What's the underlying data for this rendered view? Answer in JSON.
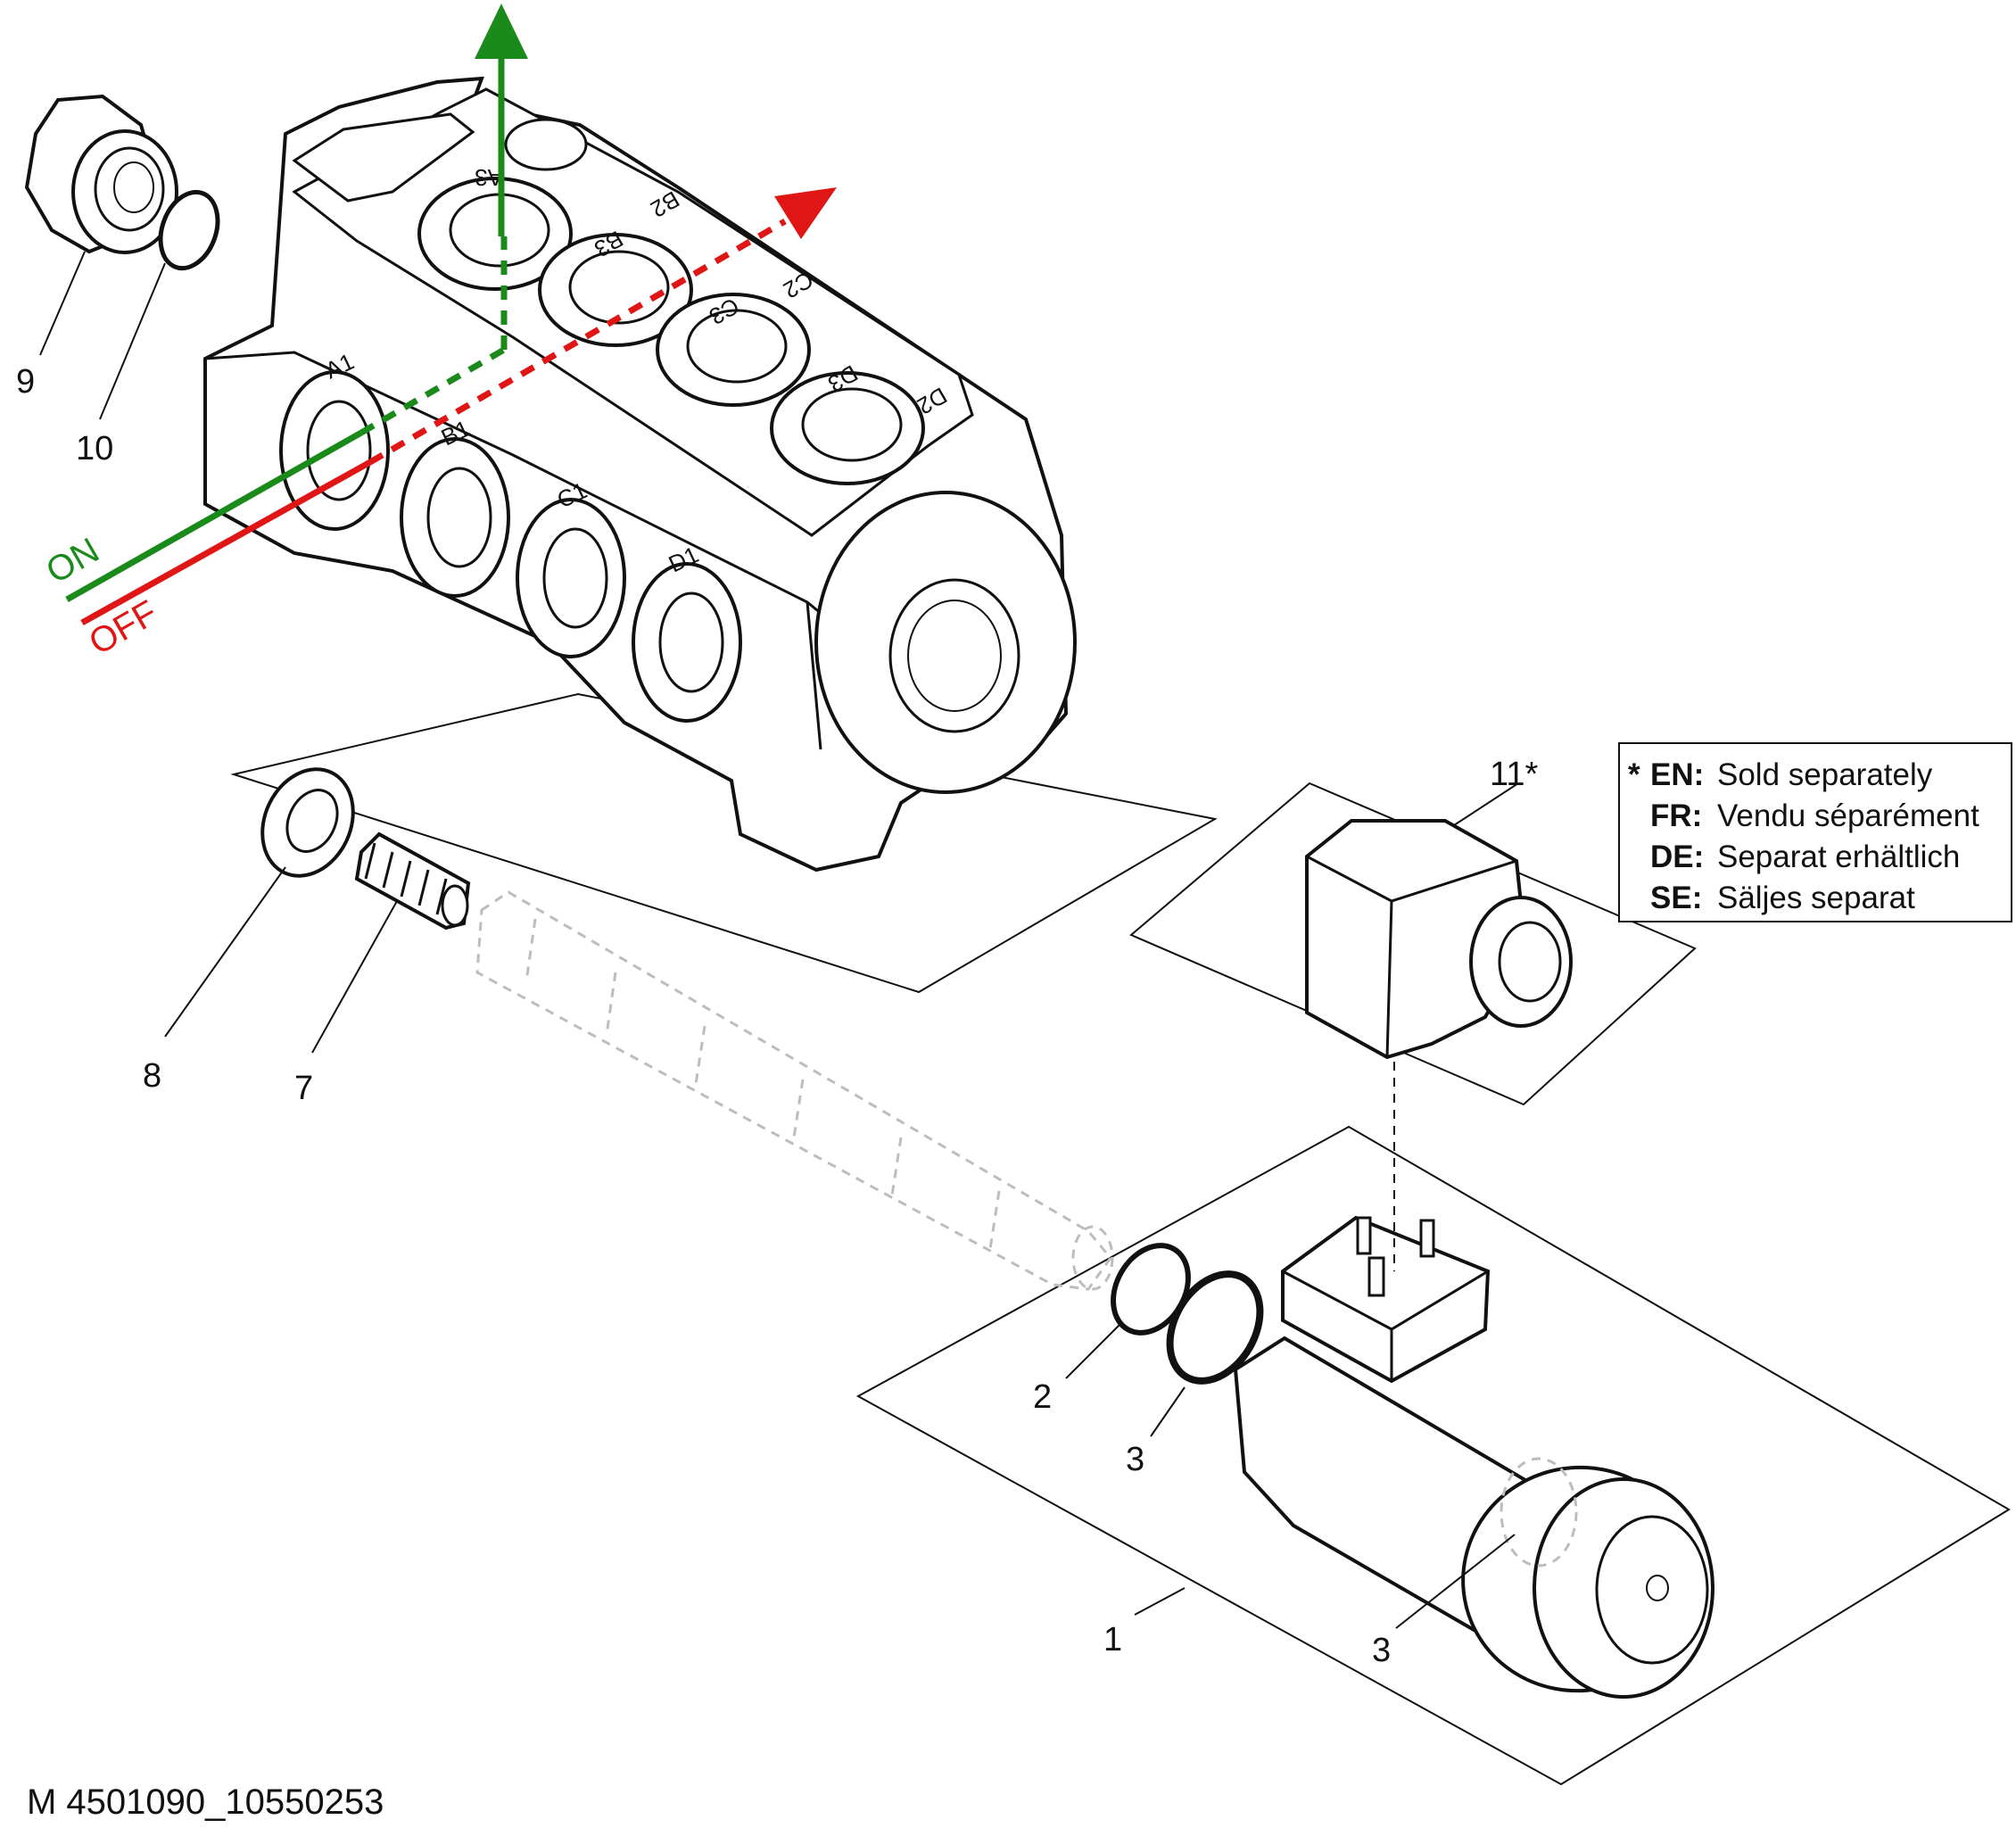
{
  "figure": {
    "drawing_code": "M 4501090_10550253",
    "flow": {
      "on_label": "ON",
      "off_label": "OFF",
      "on_color": "#1a8a1a",
      "off_color": "#e01515"
    },
    "port_labels": [
      "A1",
      "B1",
      "C1",
      "D1",
      "A3",
      "B3",
      "C3",
      "D3",
      "B2",
      "C2",
      "D2"
    ],
    "callouts": {
      "item_1": "1",
      "item_2": "2",
      "item_3a": "3",
      "item_3b": "3",
      "item_7": "7",
      "item_8": "8",
      "item_9": "9",
      "item_10": "10",
      "item_11": "11*"
    },
    "note": {
      "star": "*",
      "lines": [
        {
          "lang": "EN:",
          "text": "Sold separately"
        },
        {
          "lang": "FR:",
          "text": "Vendu séparément"
        },
        {
          "lang": "DE:",
          "text": "Separat erhältlich"
        },
        {
          "lang": "SE:",
          "text": "Säljes separat"
        }
      ]
    }
  }
}
